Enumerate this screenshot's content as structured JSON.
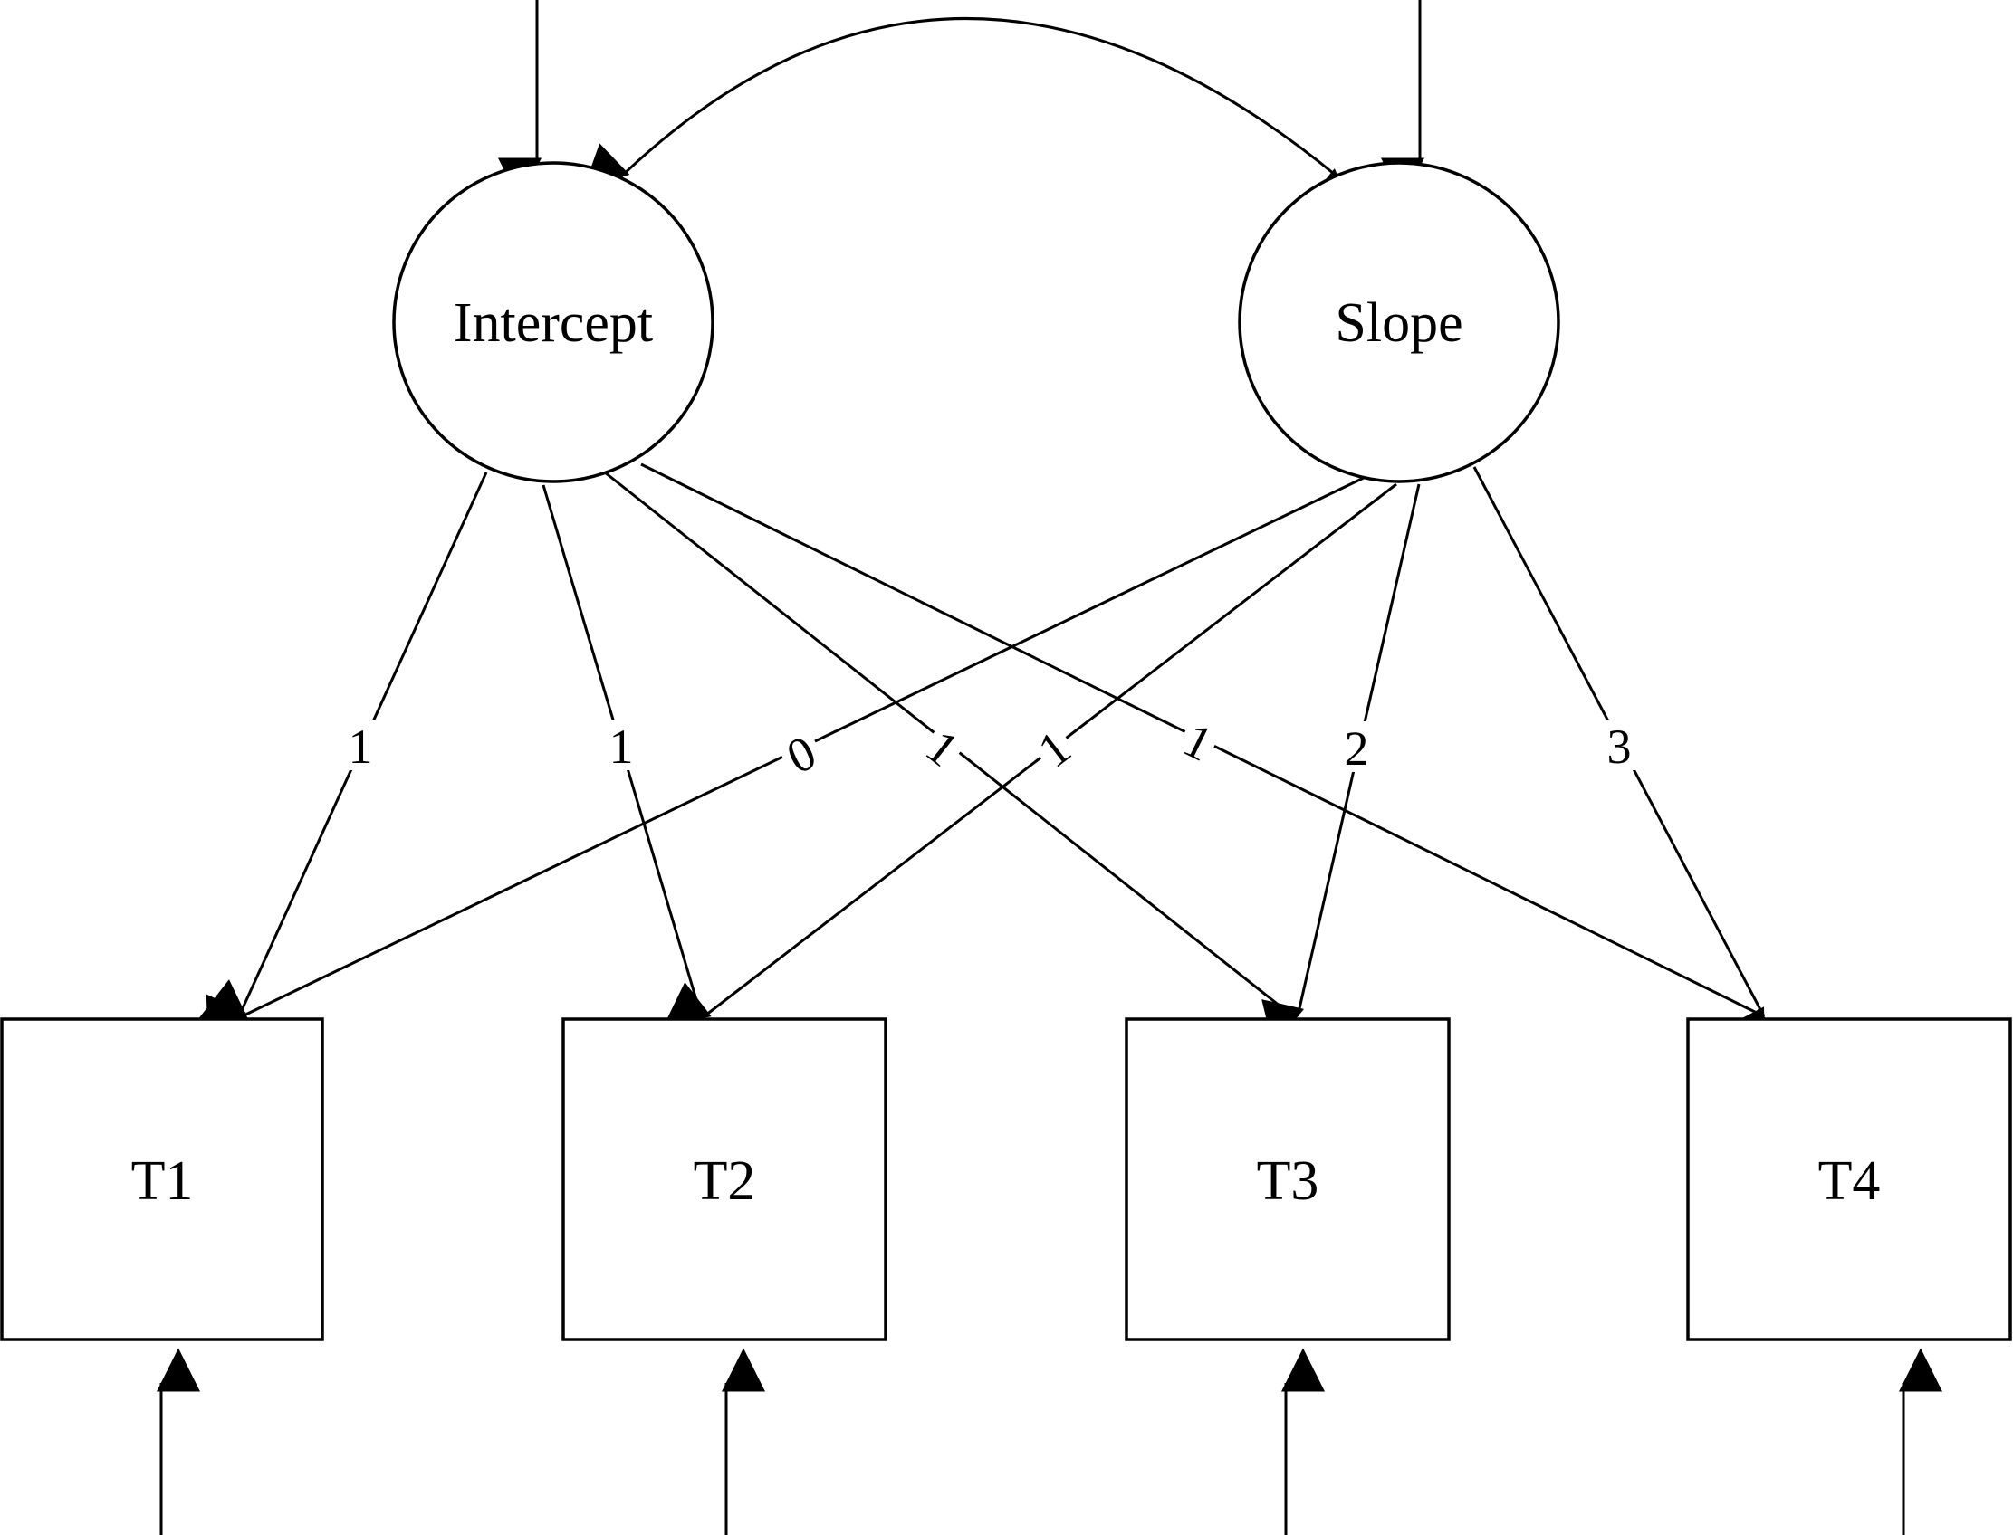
{
  "diagram": {
    "latent_factors": [
      {
        "id": "intercept",
        "label": "Intercept"
      },
      {
        "id": "slope",
        "label": "Slope"
      }
    ],
    "observed_variables": [
      {
        "id": "t1",
        "label": "T1"
      },
      {
        "id": "t2",
        "label": "T2"
      },
      {
        "id": "t3",
        "label": "T3"
      },
      {
        "id": "t4",
        "label": "T4"
      }
    ],
    "loadings": [
      {
        "from": "intercept",
        "to": "t1",
        "label": "1"
      },
      {
        "from": "intercept",
        "to": "t2",
        "label": "1"
      },
      {
        "from": "intercept",
        "to": "t3",
        "label": "1"
      },
      {
        "from": "intercept",
        "to": "t4",
        "label": "1"
      },
      {
        "from": "slope",
        "to": "t1",
        "label": "0"
      },
      {
        "from": "slope",
        "to": "t2",
        "label": "1"
      },
      {
        "from": "slope",
        "to": "t3",
        "label": "2"
      },
      {
        "from": "slope",
        "to": "t4",
        "label": "3"
      }
    ],
    "covariance": {
      "between": [
        "intercept",
        "slope"
      ],
      "bidirectional": true
    },
    "factor_disturbances": [
      "intercept",
      "slope"
    ],
    "indicator_residuals": [
      "t1",
      "t2",
      "t3",
      "t4"
    ],
    "colors": {
      "stroke": "#000000",
      "fill": "#ffffff"
    }
  }
}
